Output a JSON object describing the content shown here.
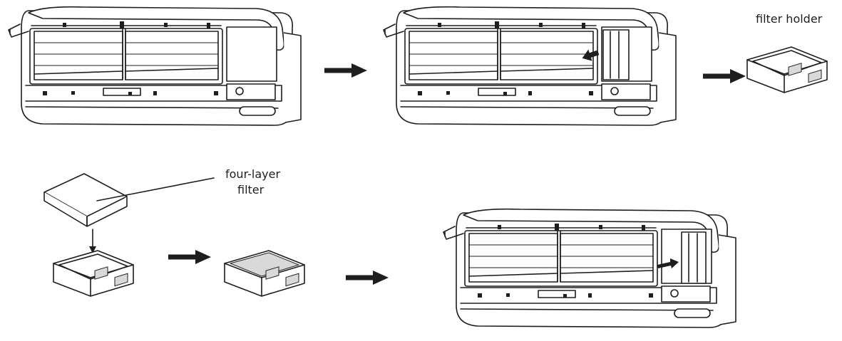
{
  "labels": {
    "filter_holder": "filter holder",
    "four_layer_line1": "four-layer",
    "four_layer_line2": "filter"
  },
  "colors": {
    "line": "#1e1e1e",
    "background": "#ffffff",
    "shade": "#d9d9d9"
  }
}
